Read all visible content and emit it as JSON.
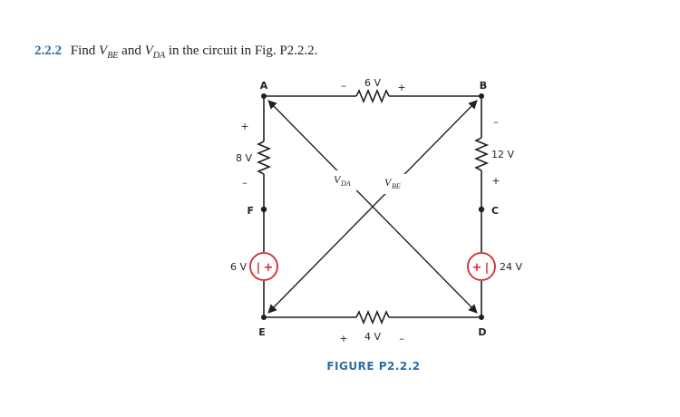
{
  "problem": {
    "number": "2.2.2",
    "text_find": "Find",
    "v1_main": "V",
    "v1_sub": "BE",
    "text_and": "and",
    "v2_main": "V",
    "v2_sub": "DA",
    "text_rest": "in the circuit in Fig. P2.2.2."
  },
  "nodes": {
    "A": "A",
    "B": "B",
    "C": "C",
    "D": "D",
    "E": "E",
    "F": "F"
  },
  "labels": {
    "top_value": "6 V",
    "top_minus": "–",
    "top_plus": "+",
    "left_res_value": "8 V",
    "left_res_plus": "+",
    "left_res_minus": "–",
    "left_src_value": "6 V",
    "right_res_value": "12 V",
    "right_res_minus": "–",
    "right_res_plus": "+",
    "right_src_value": "24 V",
    "bottom_value": "4 V",
    "bottom_plus": "+",
    "bottom_minus": "–",
    "vda_main": "V",
    "vda_sub": "DA",
    "vbe_main": "V",
    "vbe_sub": "BE",
    "src_plus": "+",
    "src_minus": "|"
  },
  "caption": "FIGURE P2.2.2",
  "colors": {
    "source": "#d12a2f",
    "caption": "#2e6ca6",
    "wire": "#231f20"
  }
}
